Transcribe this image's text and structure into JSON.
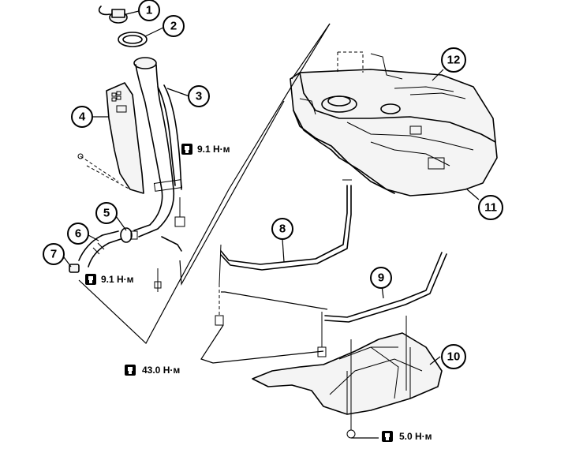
{
  "callouts": [
    {
      "id": "1",
      "label": "1"
    },
    {
      "id": "2",
      "label": "2"
    },
    {
      "id": "3",
      "label": "3"
    },
    {
      "id": "4",
      "label": "4"
    },
    {
      "id": "5",
      "label": "5"
    },
    {
      "id": "6",
      "label": "6"
    },
    {
      "id": "7",
      "label": "7"
    },
    {
      "id": "8",
      "label": "8"
    },
    {
      "id": "9",
      "label": "9"
    },
    {
      "id": "10",
      "label": "10"
    },
    {
      "id": "11",
      "label": "11"
    },
    {
      "id": "12",
      "label": "12"
    }
  ],
  "torque_specs": {
    "filler_tube_bracket": "9.1 Н·м",
    "hose_clamp": "9.1 Н·м",
    "tank_strap_bolt": "43.0 Н·м",
    "protector_bolt": "5.0 Н·м"
  },
  "icons": {
    "torque": "torque-wrench-icon"
  }
}
